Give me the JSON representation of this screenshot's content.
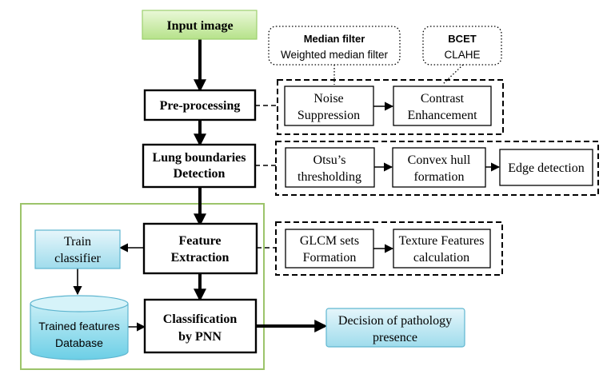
{
  "nodes": {
    "input_image": "Input image",
    "preprocessing": "Pre-processing",
    "lung_boundaries": [
      "Lung boundaries",
      "Detection"
    ],
    "feature_extraction": [
      "Feature",
      "Extraction"
    ],
    "classification": [
      "Classification",
      "by PNN"
    ],
    "train_classifier": [
      "Train",
      "classifier"
    ],
    "database": [
      "Trained features",
      "Database"
    ],
    "decision": [
      "Decision of pathology",
      "presence"
    ]
  },
  "substeps": {
    "noise_suppression": [
      "Noise",
      "Suppression"
    ],
    "contrast_enhancement": [
      "Contrast",
      "Enhancement"
    ],
    "otsu": [
      "Otsu’s",
      "thresholding"
    ],
    "convex_hull": [
      "Convex hull",
      "formation"
    ],
    "edge_detection": "Edge detection",
    "glcm": [
      "GLCM sets",
      "Formation"
    ],
    "texture": [
      "Texture Features",
      "calculation"
    ]
  },
  "notes": {
    "noise": {
      "title": "Median filter",
      "subtitle": "Weighted median filter"
    },
    "contrast": {
      "title": "BCET",
      "subtitle": "CLAHE"
    }
  },
  "colors": {
    "input_fill_top": "#eaf8d8",
    "input_fill_bottom": "#b6e28a",
    "input_stroke": "#9ccf6e",
    "blue_fill_top": "#e6f6fb",
    "blue_fill_bottom": "#9fdcec",
    "blue_stroke": "#5fb6d0",
    "cyl_fill_top": "#c8eef6",
    "cyl_fill_bottom": "#6ccfe6",
    "green_frame": "#9cc46a"
  }
}
